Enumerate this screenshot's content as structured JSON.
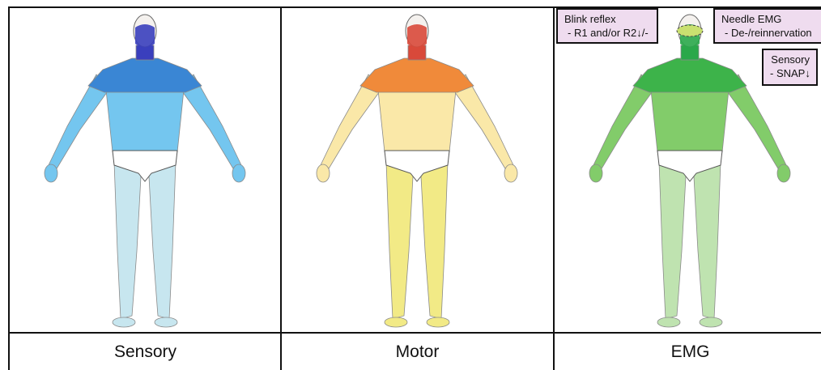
{
  "panels": [
    {
      "caption": "Sensory",
      "icon": "body-sensory-icon",
      "colors": {
        "head": "#3a3fbd",
        "shoulders": "#3a86d4",
        "upper": "#74c6ef",
        "lower": "#c7e6ef"
      }
    },
    {
      "caption": "Motor",
      "icon": "body-motor-icon",
      "colors": {
        "head": "#d9493a",
        "shoulders": "#f08a3a",
        "upper": "#fae8a8",
        "lower": "#f2ea86"
      }
    },
    {
      "caption": "EMG",
      "icon": "body-emg-icon",
      "colors": {
        "head": "#2aa84a",
        "shoulders": "#3db34a",
        "upper": "#82cc6a",
        "lower": "#bfe3b0",
        "eyes": "#c9e070"
      }
    }
  ],
  "callouts": {
    "blink": {
      "line1": "Blink reflex",
      "line2": "- R1 and/or R2↓/-"
    },
    "needle": {
      "line1": "Needle EMG",
      "line2": "- De-/reinnervation"
    },
    "sensory": {
      "line1": "Sensory",
      "line2": "- SNAP↓"
    }
  },
  "colors": {
    "border": "#111111",
    "callout_bg": "#efdcef",
    "skin": "#f4f1ee",
    "brief": "#ffffff"
  }
}
